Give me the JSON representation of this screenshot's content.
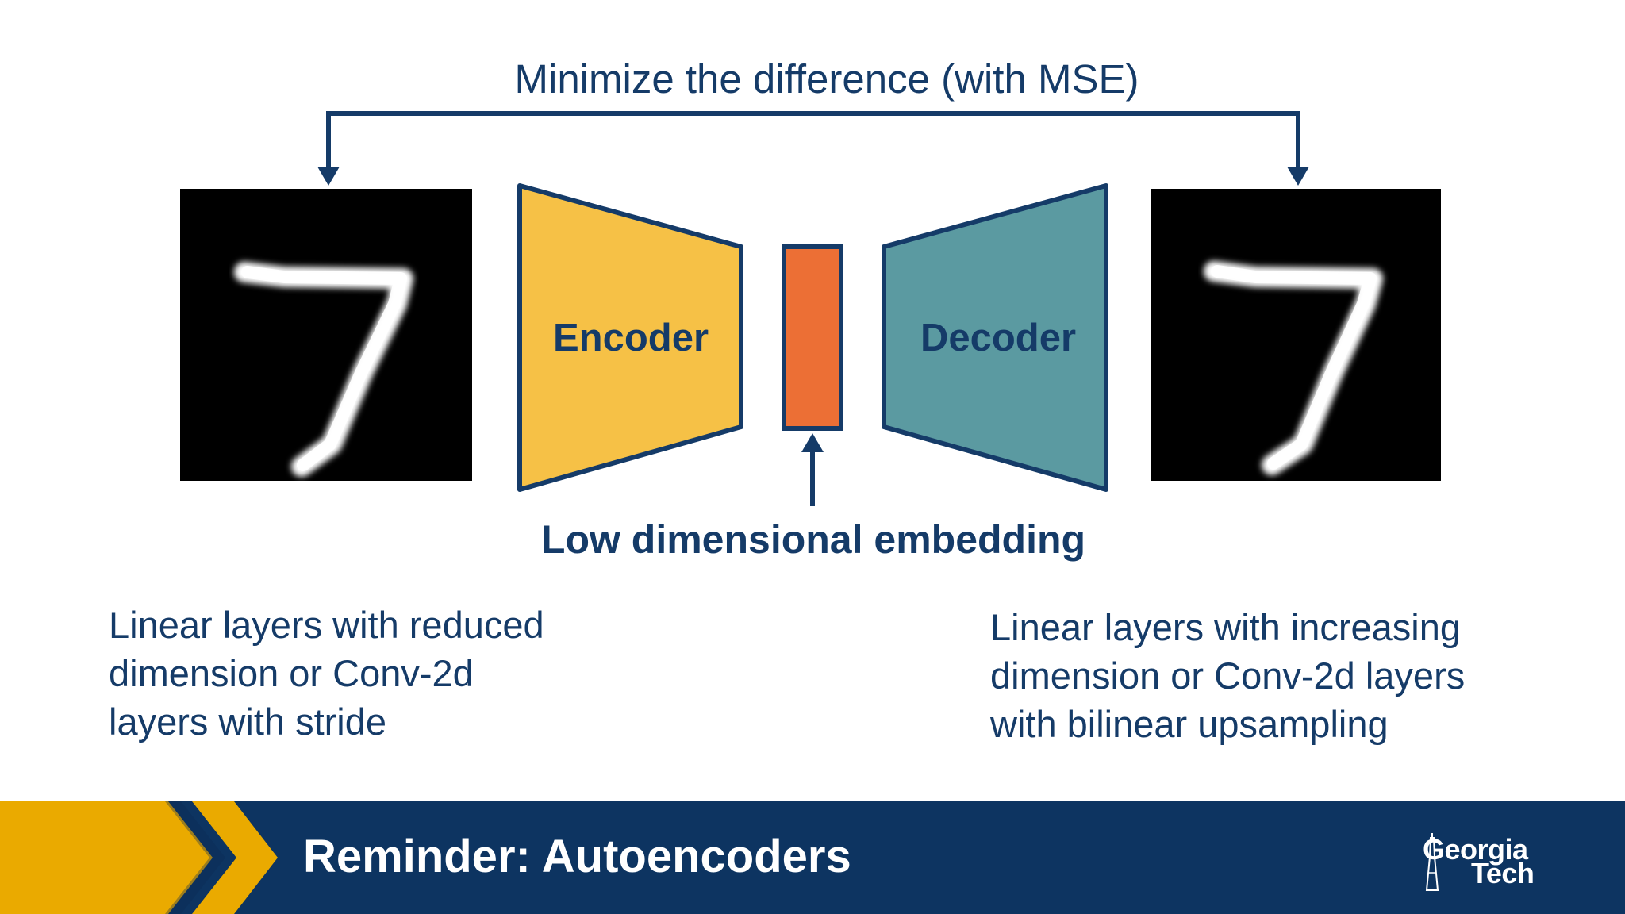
{
  "diagram": {
    "top_label": "Minimize the difference (with MSE)",
    "encoder_label": "Encoder",
    "decoder_label": "Decoder",
    "embedding_label": "Low dimensional embedding",
    "left_description": [
      "Linear layers with reduced",
      "dimension or Conv-2d",
      "layers with stride"
    ],
    "right_description": [
      "Linear layers with increasing",
      "dimension or Conv-2d layers",
      "with bilinear upsampling"
    ],
    "colors": {
      "navy": "#153b68",
      "encoder": "#f6c146",
      "decoder": "#5b9aa1",
      "embedding": "#ec6f35",
      "footer": "#0d3461",
      "gold": "#eaaa00"
    },
    "input_image": "mnist-digit-7",
    "output_image": "mnist-digit-7-reconstruction"
  },
  "footer": {
    "title": "Reminder: Autoencoders",
    "logo_line1": "Georgia",
    "logo_line2": "Tech"
  }
}
